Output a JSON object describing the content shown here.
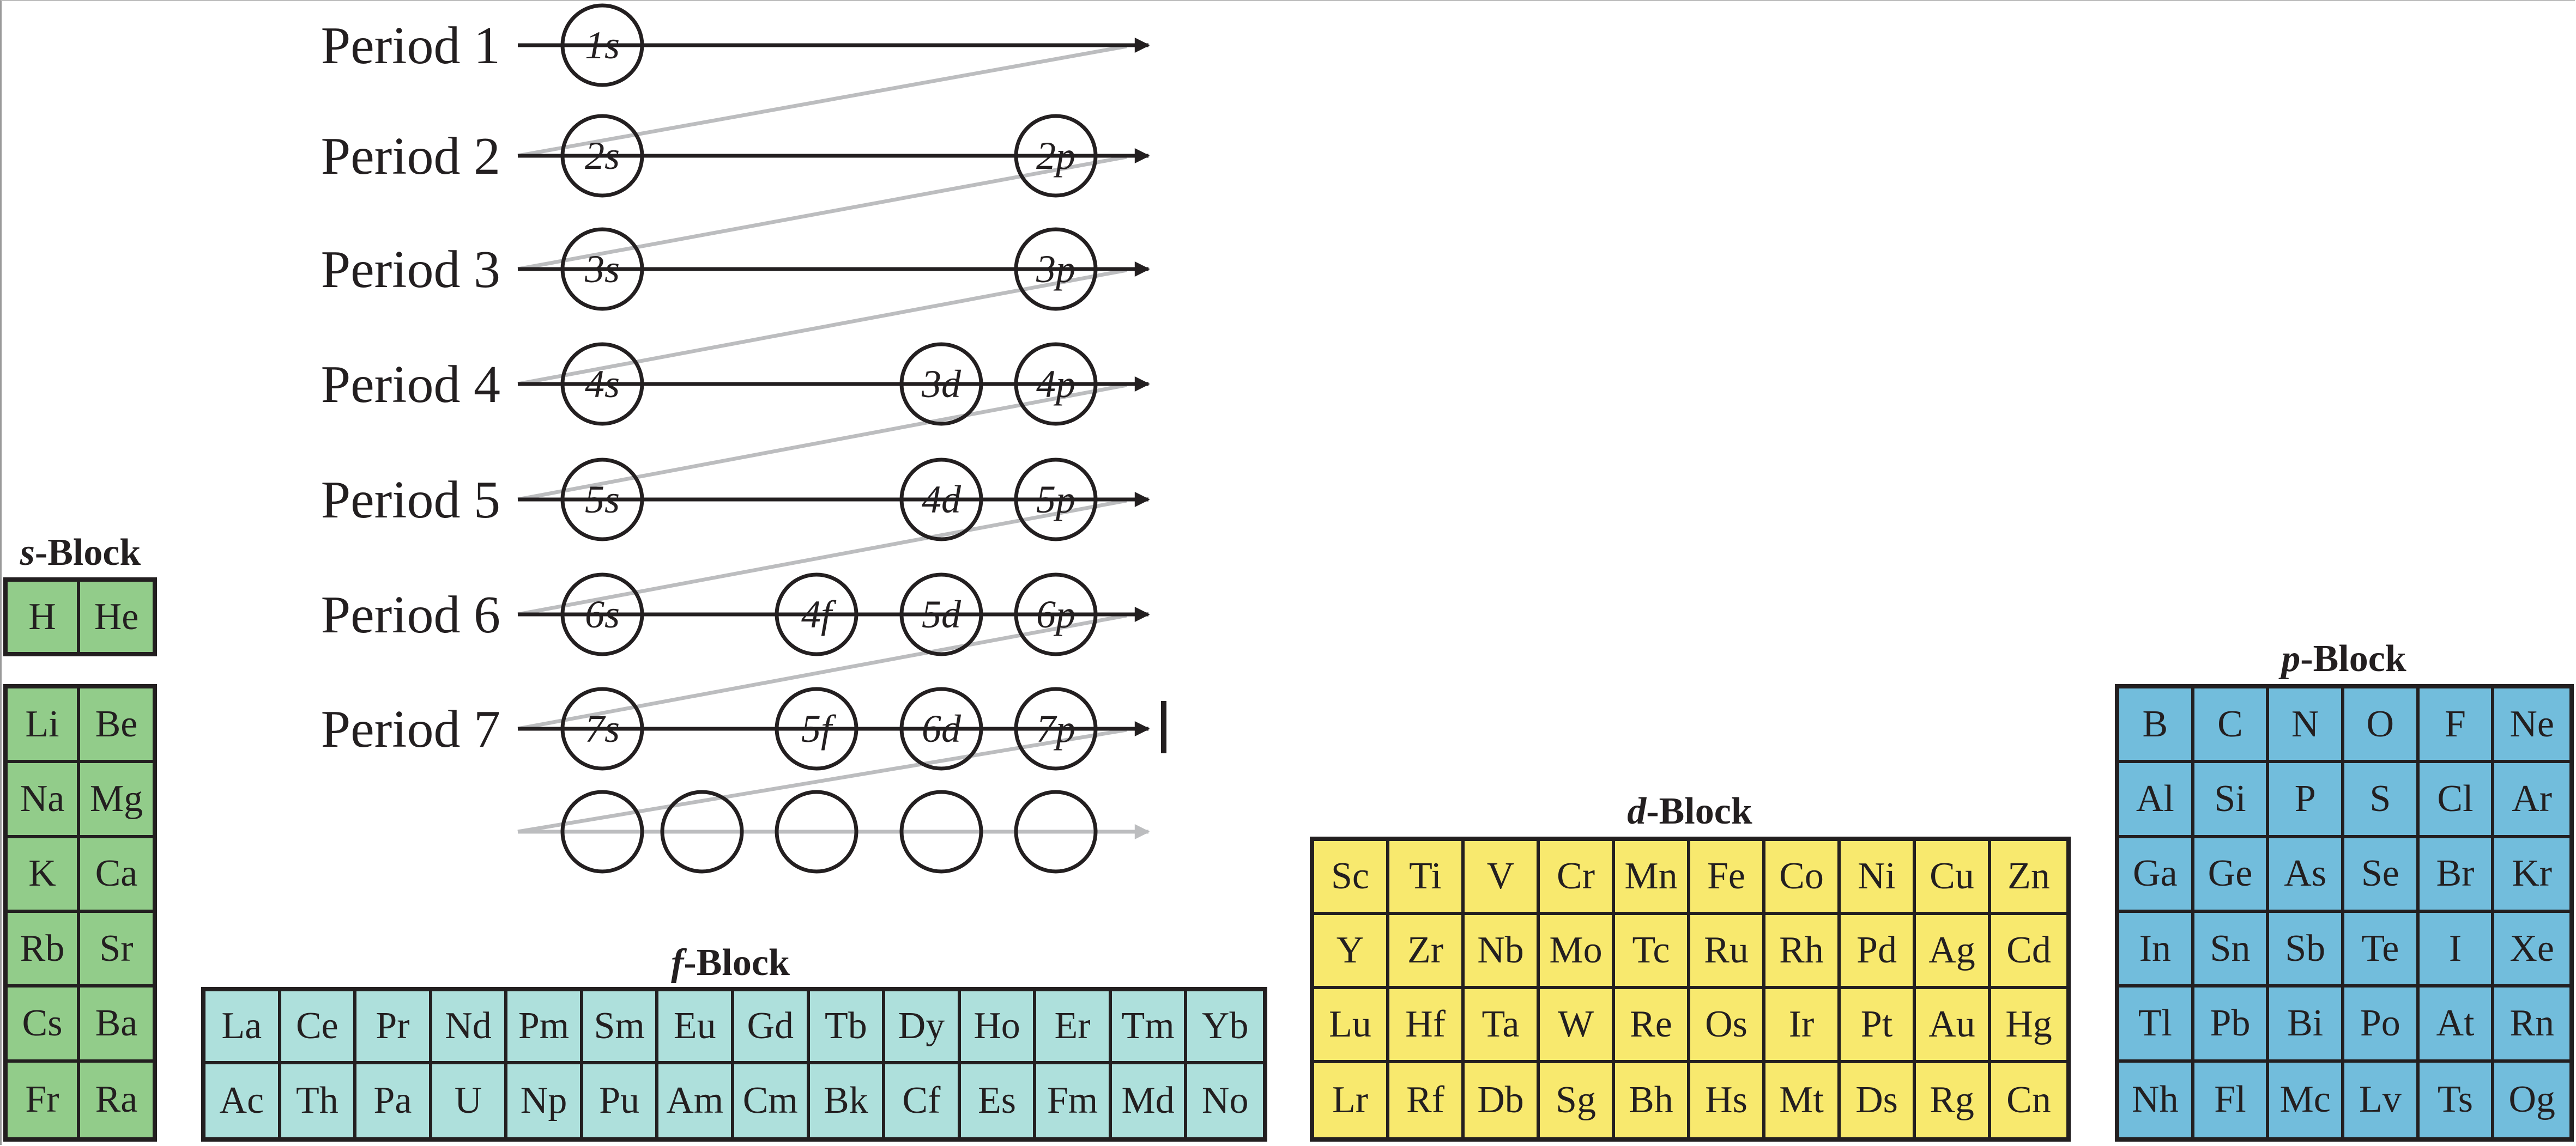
{
  "colors": {
    "s_block": "#92cc8a",
    "f_block": "#aee0dc",
    "d_block": "#f8e96e",
    "p_block": "#72bddc",
    "line_dark": "#231f20",
    "line_gray": "#bcbdbf"
  },
  "filling_order": {
    "periods": [
      {
        "label": "Period 1",
        "orbitals": [
          {
            "n": "1",
            "l": "s"
          }
        ]
      },
      {
        "label": "Period 2",
        "orbitals": [
          {
            "n": "2",
            "l": "s"
          },
          {
            "n": "2",
            "l": "p"
          }
        ]
      },
      {
        "label": "Period 3",
        "orbitals": [
          {
            "n": "3",
            "l": "s"
          },
          {
            "n": "3",
            "l": "p"
          }
        ]
      },
      {
        "label": "Period 4",
        "orbitals": [
          {
            "n": "4",
            "l": "s"
          },
          {
            "n": "3",
            "l": "d"
          },
          {
            "n": "4",
            "l": "p"
          }
        ]
      },
      {
        "label": "Period 5",
        "orbitals": [
          {
            "n": "5",
            "l": "s"
          },
          {
            "n": "4",
            "l": "d"
          },
          {
            "n": "5",
            "l": "p"
          }
        ]
      },
      {
        "label": "Period 6",
        "orbitals": [
          {
            "n": "6",
            "l": "s"
          },
          {
            "n": "4",
            "l": "f"
          },
          {
            "n": "5",
            "l": "d"
          },
          {
            "n": "6",
            "l": "p"
          }
        ]
      },
      {
        "label": "Period 7",
        "orbitals": [
          {
            "n": "7",
            "l": "s"
          },
          {
            "n": "5",
            "l": "f"
          },
          {
            "n": "6",
            "l": "d"
          },
          {
            "n": "7",
            "l": "p"
          }
        ]
      }
    ],
    "empty_row_orbitals": 5,
    "end_marker": true
  },
  "blocks": {
    "s": {
      "title_italic": "s",
      "title_rest": "-Block",
      "top_rows": [
        [
          "H",
          "He"
        ]
      ],
      "rows": [
        [
          "Li",
          "Be"
        ],
        [
          "Na",
          "Mg"
        ],
        [
          "K",
          "Ca"
        ],
        [
          "Rb",
          "Sr"
        ],
        [
          "Cs",
          "Ba"
        ],
        [
          "Fr",
          "Ra"
        ]
      ]
    },
    "f": {
      "title_italic": "f",
      "title_rest": "-Block",
      "rows": [
        [
          "La",
          "Ce",
          "Pr",
          "Nd",
          "Pm",
          "Sm",
          "Eu",
          "Gd",
          "Tb",
          "Dy",
          "Ho",
          "Er",
          "Tm",
          "Yb"
        ],
        [
          "Ac",
          "Th",
          "Pa",
          "U",
          "Np",
          "Pu",
          "Am",
          "Cm",
          "Bk",
          "Cf",
          "Es",
          "Fm",
          "Md",
          "No"
        ]
      ]
    },
    "d": {
      "title_italic": "d",
      "title_rest": "-Block",
      "rows": [
        [
          "Sc",
          "Ti",
          "V",
          "Cr",
          "Mn",
          "Fe",
          "Co",
          "Ni",
          "Cu",
          "Zn"
        ],
        [
          "Y",
          "Zr",
          "Nb",
          "Mo",
          "Tc",
          "Ru",
          "Rh",
          "Pd",
          "Ag",
          "Cd"
        ],
        [
          "Lu",
          "Hf",
          "Ta",
          "W",
          "Re",
          "Os",
          "Ir",
          "Pt",
          "Au",
          "Hg"
        ],
        [
          "Lr",
          "Rf",
          "Db",
          "Sg",
          "Bh",
          "Hs",
          "Mt",
          "Ds",
          "Rg",
          "Cn"
        ]
      ]
    },
    "p": {
      "title_italic": "p",
      "title_rest": "-Block",
      "rows": [
        [
          "B",
          "C",
          "N",
          "O",
          "F",
          "Ne"
        ],
        [
          "Al",
          "Si",
          "P",
          "S",
          "Cl",
          "Ar"
        ],
        [
          "Ga",
          "Ge",
          "As",
          "Se",
          "Br",
          "Kr"
        ],
        [
          "In",
          "Sn",
          "Sb",
          "Te",
          "I",
          "Xe"
        ],
        [
          "Tl",
          "Pb",
          "Bi",
          "Po",
          "At",
          "Rn"
        ],
        [
          "Nh",
          "Fl",
          "Mc",
          "Lv",
          "Ts",
          "Og"
        ]
      ]
    }
  }
}
